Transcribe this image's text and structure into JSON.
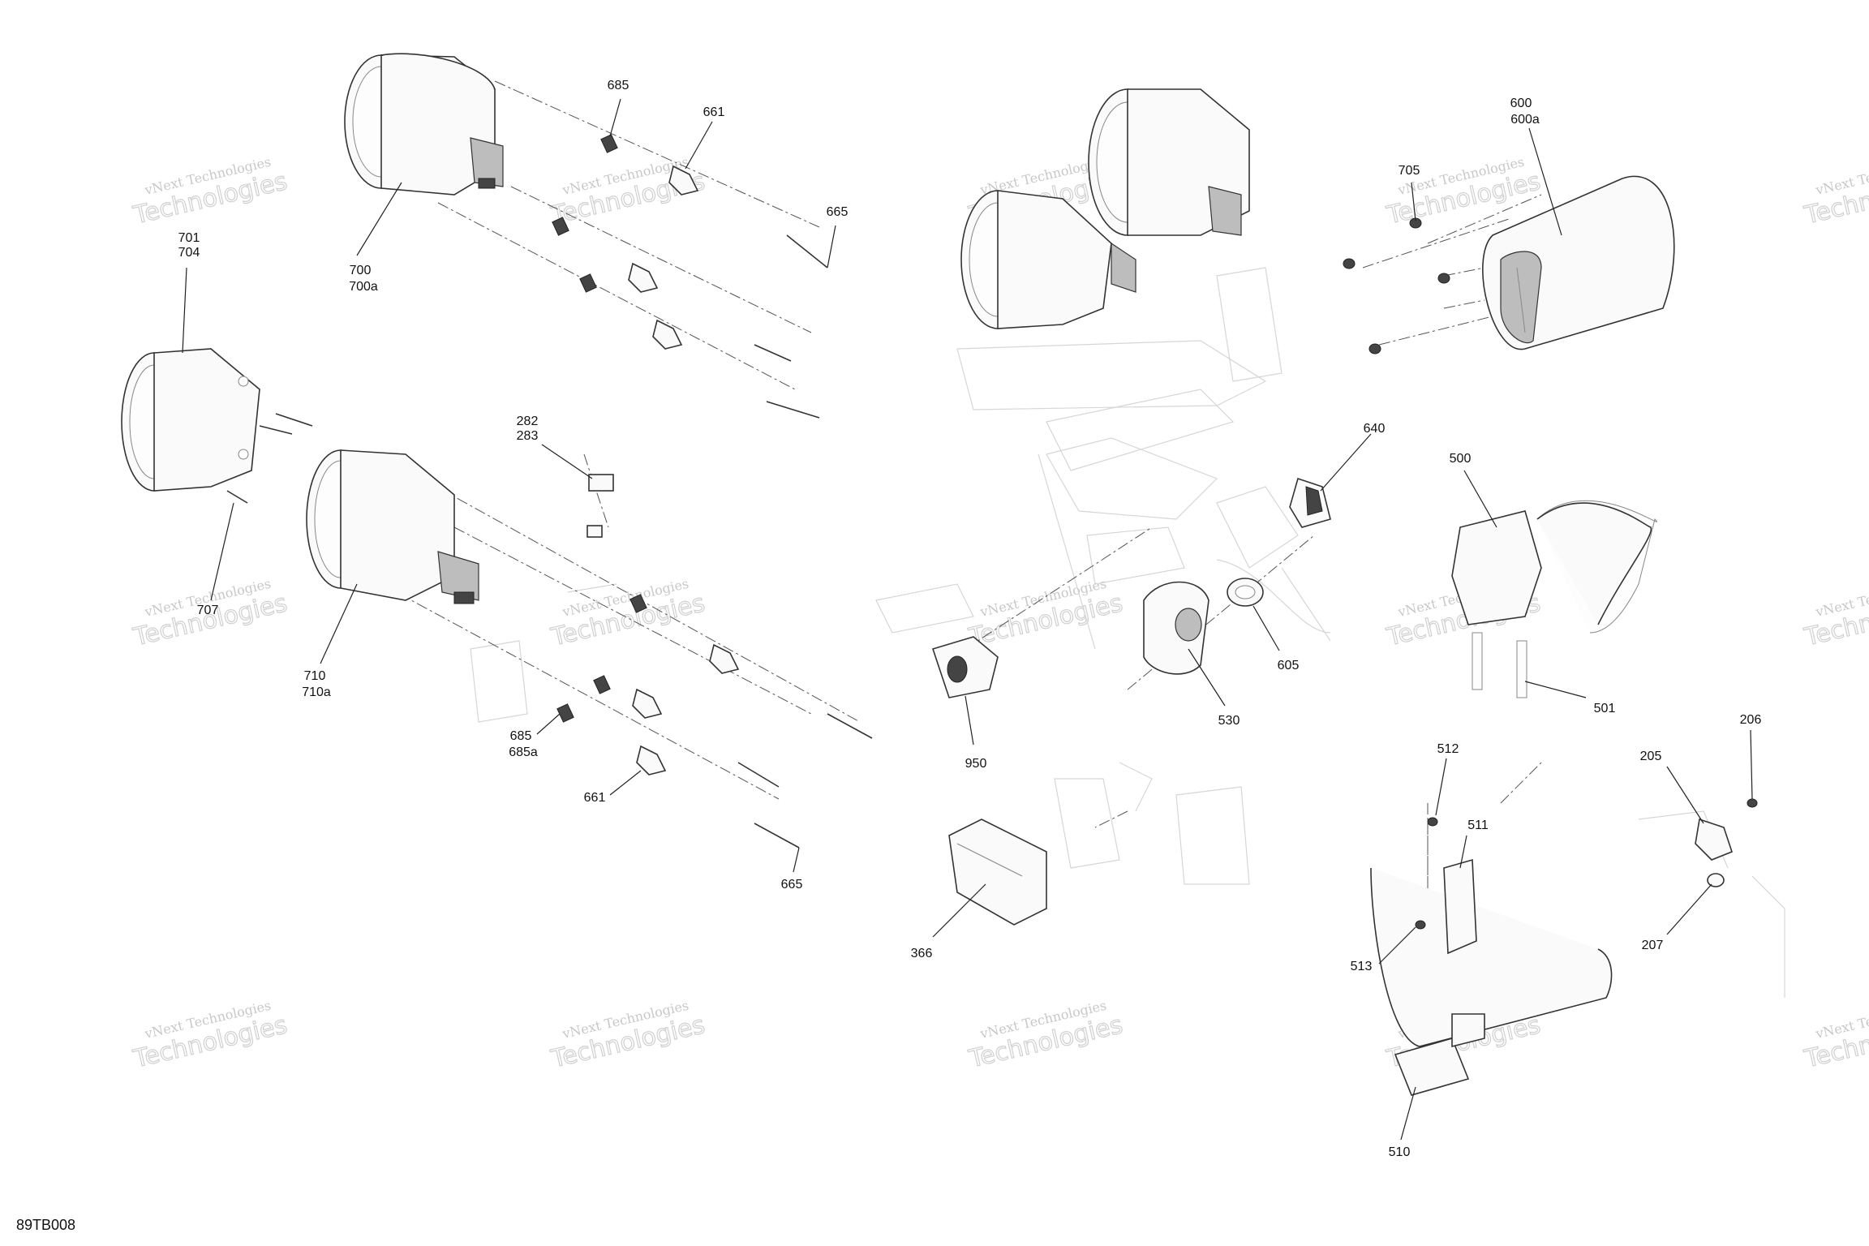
{
  "diagram_code": "89TB008",
  "watermark": {
    "line1": "vNext Technologies",
    "line2": "Technologies"
  },
  "callouts": [
    {
      "id": "c685top",
      "lines": [
        "685"
      ]
    },
    {
      "id": "c661top",
      "lines": [
        "661"
      ]
    },
    {
      "id": "c665top",
      "lines": [
        "665"
      ]
    },
    {
      "id": "c700",
      "lines": [
        "700",
        "700a"
      ]
    },
    {
      "id": "c701",
      "lines": [
        "701",
        "704"
      ]
    },
    {
      "id": "c282",
      "lines": [
        "282",
        "283"
      ]
    },
    {
      "id": "c707",
      "lines": [
        "707"
      ]
    },
    {
      "id": "c710",
      "lines": [
        "710",
        "710a"
      ]
    },
    {
      "id": "c685bot",
      "lines": [
        "685",
        "685a"
      ]
    },
    {
      "id": "c661bot",
      "lines": [
        "661"
      ]
    },
    {
      "id": "c665bot",
      "lines": [
        "665"
      ]
    },
    {
      "id": "c600",
      "lines": [
        "600",
        "600a"
      ]
    },
    {
      "id": "c705",
      "lines": [
        "705"
      ]
    },
    {
      "id": "c640",
      "lines": [
        "640"
      ]
    },
    {
      "id": "c500",
      "lines": [
        "500"
      ]
    },
    {
      "id": "c605",
      "lines": [
        "605"
      ]
    },
    {
      "id": "c530",
      "lines": [
        "530"
      ]
    },
    {
      "id": "c501",
      "lines": [
        "501"
      ]
    },
    {
      "id": "c950",
      "lines": [
        "950"
      ]
    },
    {
      "id": "c512",
      "lines": [
        "512"
      ]
    },
    {
      "id": "c511",
      "lines": [
        "511"
      ]
    },
    {
      "id": "c206",
      "lines": [
        "206"
      ]
    },
    {
      "id": "c205",
      "lines": [
        "205"
      ]
    },
    {
      "id": "c366",
      "lines": [
        "366"
      ]
    },
    {
      "id": "c513",
      "lines": [
        "513"
      ]
    },
    {
      "id": "c207",
      "lines": [
        "207"
      ]
    },
    {
      "id": "c510",
      "lines": [
        "510"
      ]
    }
  ]
}
